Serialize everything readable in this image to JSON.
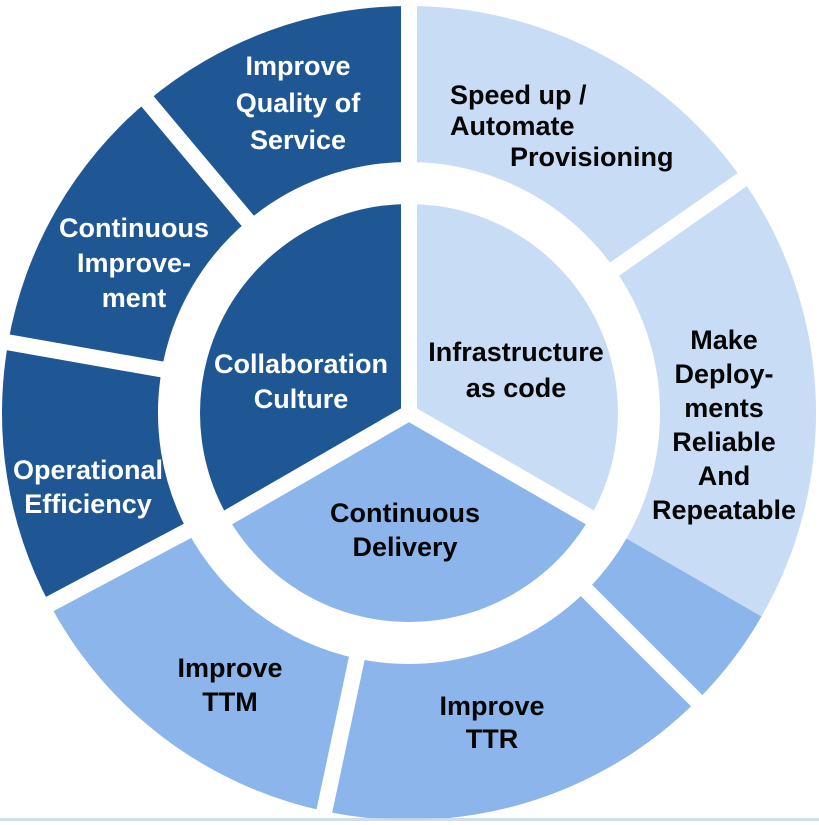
{
  "diagram": {
    "name": "DevOps benefits ring diagram",
    "colors": {
      "dark_blue": "#1F5795",
      "medium_blue": "#8CB5EB",
      "light_blue": "#C9DCF5",
      "divider_white": "#FFFFFF",
      "text_on_dark": "#FFFFFF",
      "text_on_light": "#050505",
      "bottom_rule": "#C9D6EA",
      "background": "#FFFFFF"
    },
    "inner_segments": [
      {
        "id": "infrastructure-as-code",
        "label": "Infrastructure\nas code",
        "color": "#C9DCF5",
        "text_color": "#050505"
      },
      {
        "id": "continuous-delivery",
        "label": "Continuous\nDelivery",
        "color": "#8CB5EB",
        "text_color": "#050505"
      },
      {
        "id": "collaboration-culture",
        "label": "Collaboration\nCulture",
        "color": "#1F5795",
        "text_color": "#FFFFFF"
      }
    ],
    "outer_segments": [
      {
        "id": "speed-up-automate-provisioning",
        "label": "Speed up /\nAutomate\n        Provisioning",
        "color": "#C9DCF5",
        "text_color": "#050505"
      },
      {
        "id": "make-deployments-reliable-and-repeatable",
        "label": "Make\nDeploy-\nments\nReliable\nAnd\nRepeatable",
        "color": "#C9DCF5",
        "color_secondary": "#8CB5EB",
        "text_color": "#050505"
      },
      {
        "id": "improve-ttr",
        "label": "Improve\nTTR",
        "color": "#8CB5EB",
        "text_color": "#050505"
      },
      {
        "id": "improve-ttm",
        "label": "Improve\nTTM",
        "color": "#8CB5EB",
        "text_color": "#050505"
      },
      {
        "id": "operational-efficiency",
        "label": "Operational\nEfficiency",
        "color": "#1F5795",
        "text_color": "#FFFFFF"
      },
      {
        "id": "continuous-improvement",
        "label": "Continuous\nImprove-\nment",
        "color": "#1F5795",
        "text_color": "#FFFFFF"
      },
      {
        "id": "improve-quality-of-service",
        "label": "Improve\nQuality of\nService",
        "color": "#1F5795",
        "text_color": "#FFFFFF"
      }
    ]
  }
}
